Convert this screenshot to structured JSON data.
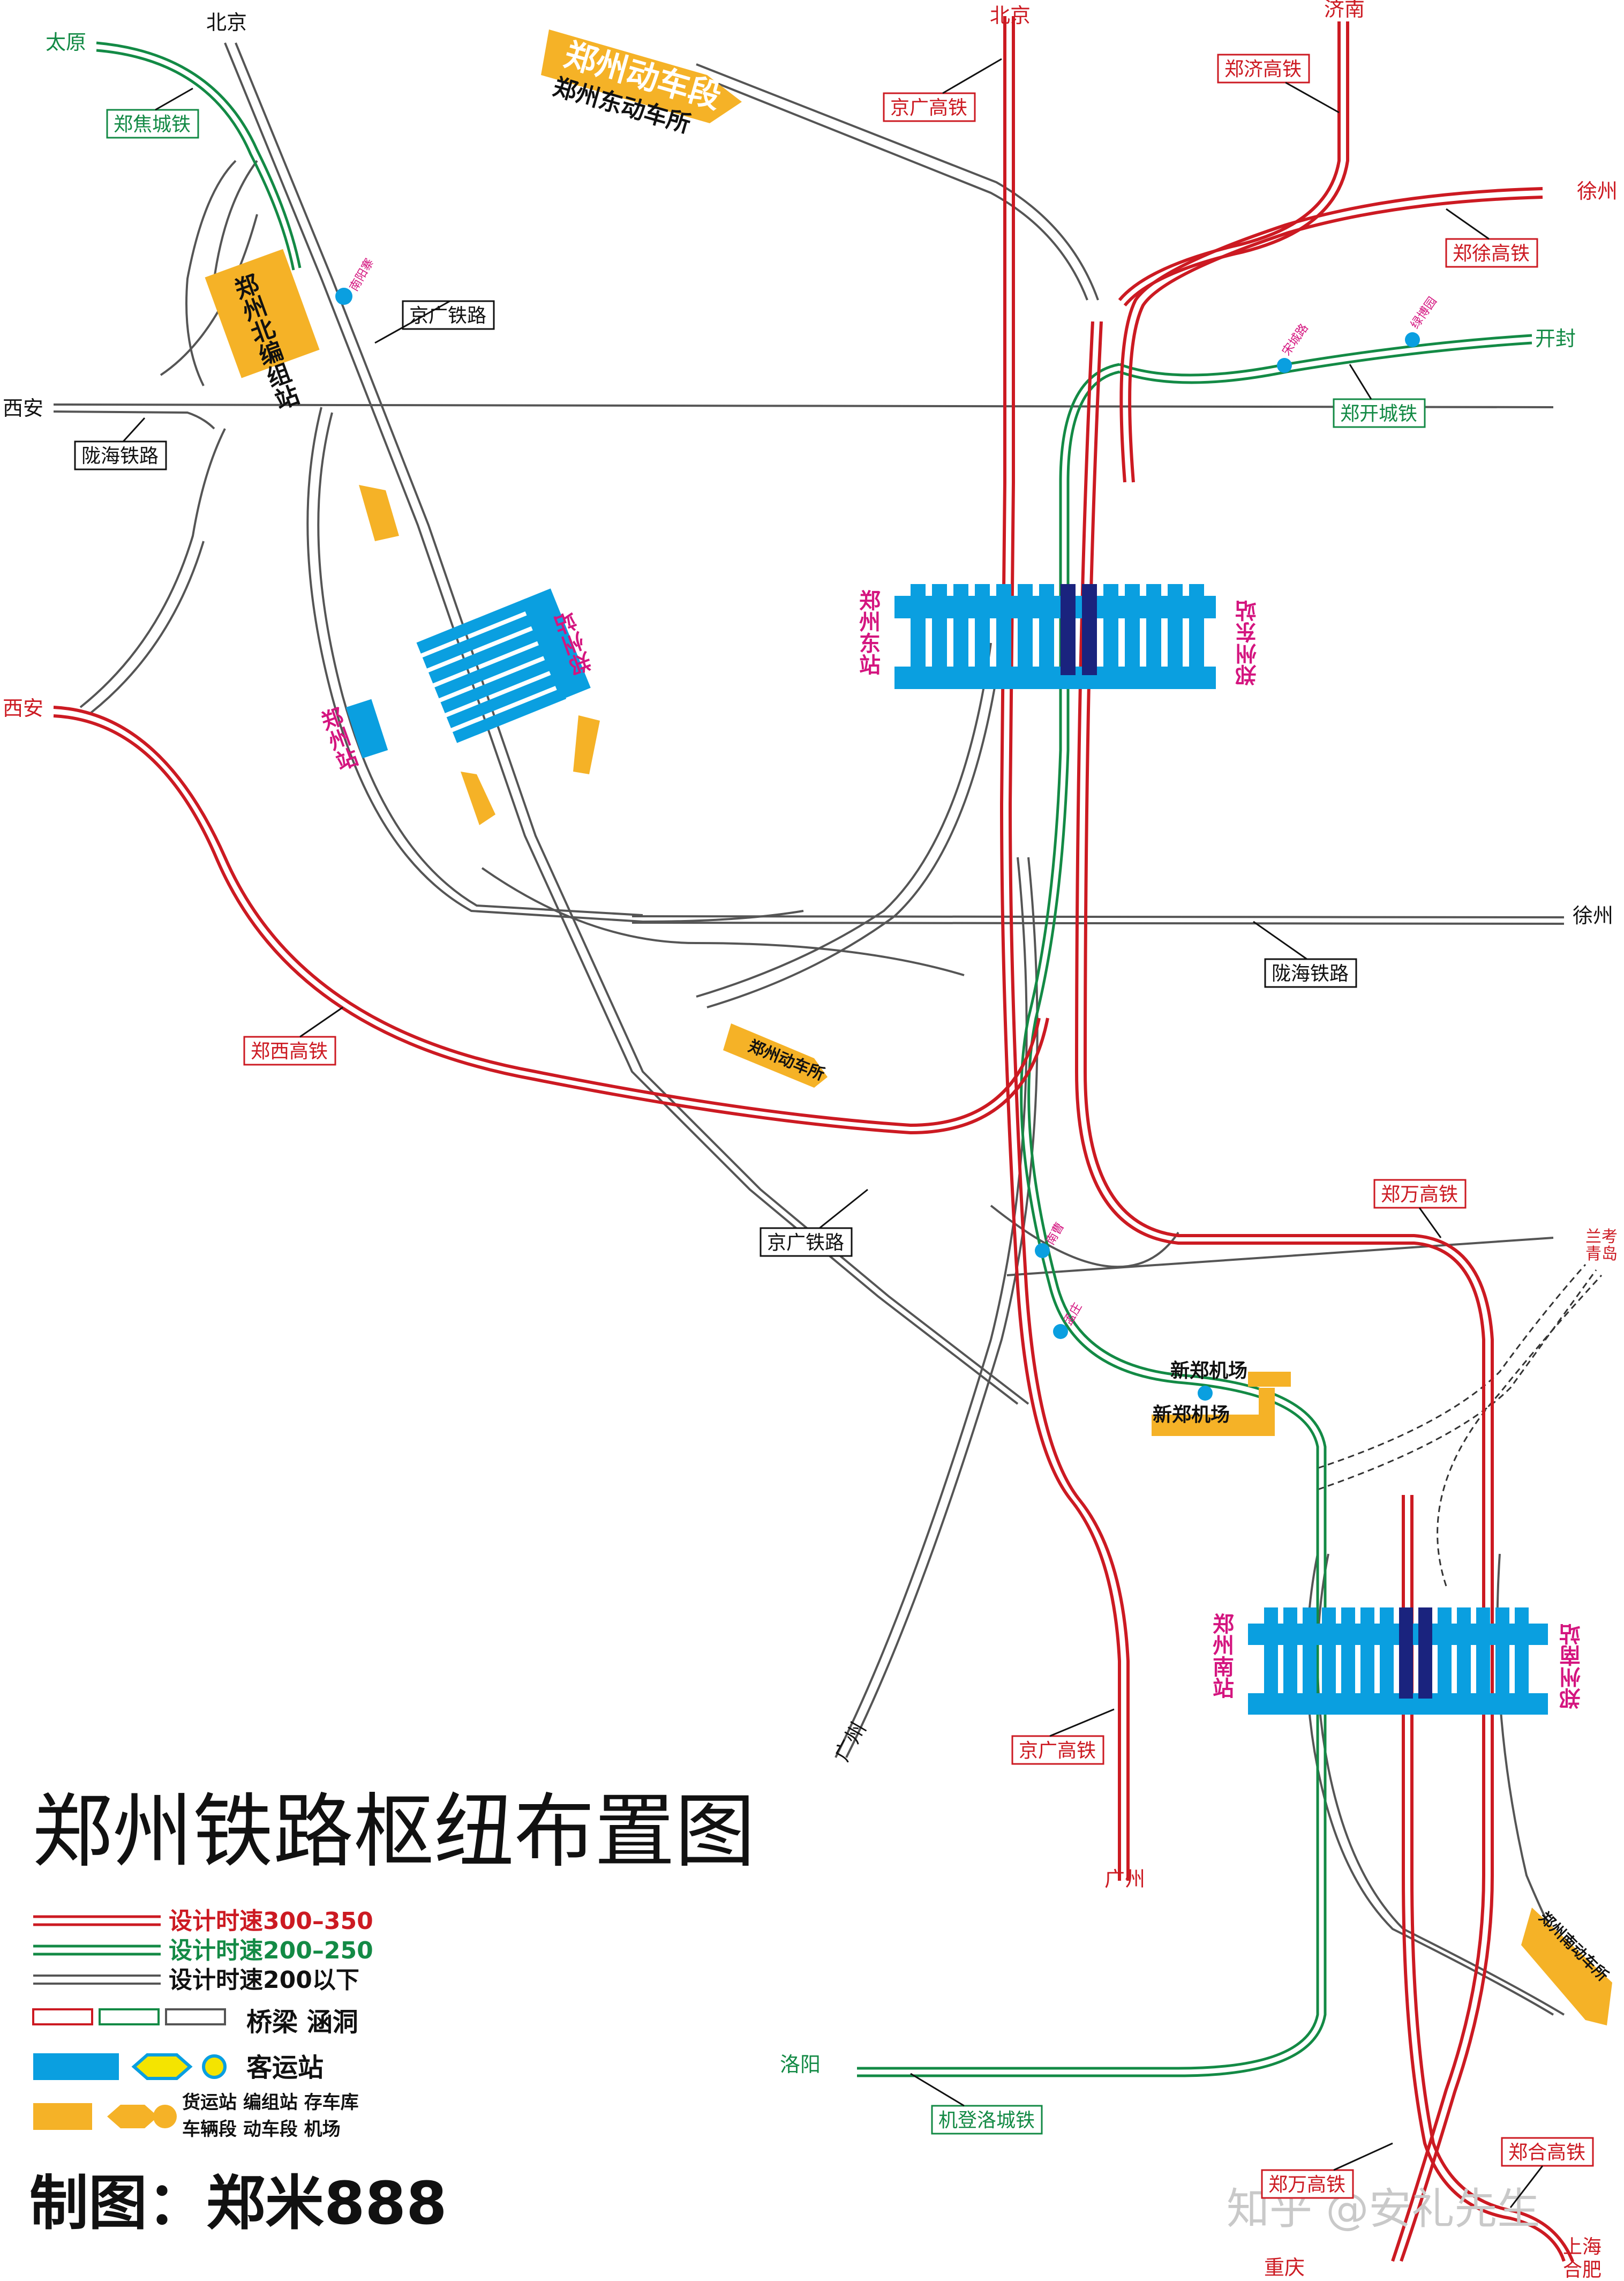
{
  "title": "郑州铁路枢纽布置图",
  "author": "制图：郑米888",
  "watermark": "知乎 @安礼先生",
  "colors": {
    "hsr": "#cc1a22",
    "intercity": "#138a45",
    "conventional": "#555555",
    "station_blue": "#0a9fe0",
    "station_dark": "#1a237e",
    "facility": "#f5b227",
    "station_name": "#d4157f"
  },
  "legend": {
    "speed_300": "设计时速300–350",
    "speed_200": "设计时速200–250",
    "speed_low": "设计时速200以下",
    "bridges": "桥梁  涵洞",
    "passenger": "客运站",
    "freight_line1": "货运站 编组站 存车库",
    "freight_line2": "车辆段 动车段 机场"
  },
  "line_labels": {
    "zhengjiao": "郑焦城铁",
    "jingguang_rail_n": "京广铁路",
    "longhai_w": "陇海铁路",
    "jingguang_hsr_n": "京广高铁",
    "zhengji": "郑济高铁",
    "zhengxu": "郑徐高铁",
    "zhengkai": "郑开城铁",
    "zhengxi": "郑西高铁",
    "longhai_e": "陇海铁路",
    "jingguang_rail_s": "京广铁路",
    "zhengwan_n": "郑万高铁",
    "jingguang_hsr_s": "京广高铁",
    "jidengluo": "机登洛城铁",
    "zhengwan_s": "郑万高铁",
    "zhenghe": "郑合高铁"
  },
  "places": {
    "taiyuan": "太原",
    "beijing_w": "北京",
    "xian_top": "西安",
    "xian_mid": "西安",
    "beijing_e": "北京",
    "jinan": "济南",
    "xuzhou_top": "徐州",
    "kaifeng": "开封",
    "xuzhou_mid": "徐州",
    "lankao": "兰考",
    "qingdao": "青岛",
    "guangzhou_rail": "广州",
    "guangzhou_hsr": "广州",
    "luoyang": "洛阳",
    "chongqing": "重庆",
    "shanghai": "上海",
    "hefei": "合肥"
  },
  "stations": {
    "zhengzhou_e_left": "郑州东站",
    "zhengzhou_e_right": "郑州东站",
    "zhengzhou_main_top": "郑州站",
    "zhengzhou_main_side": "郑州站",
    "zhengzhou_s_left": "郑州南站",
    "zhengzhou_s_right": "郑州南站",
    "nanyangzhai": "南阳寨",
    "songcheng": "宋城路",
    "lvboyuan": "绿博园",
    "nancao": "南曹",
    "mengzhuang": "孟庄"
  },
  "facilities": {
    "emu_depot": "郑州动车段",
    "emu_east": "郑州东动车所",
    "north_yard": "郑州北编组站",
    "emu_depot_sw": "郑州动车所",
    "airport_1": "新郑机场",
    "airport_2": "新郑机场",
    "emu_south": "郑州南动车所"
  }
}
